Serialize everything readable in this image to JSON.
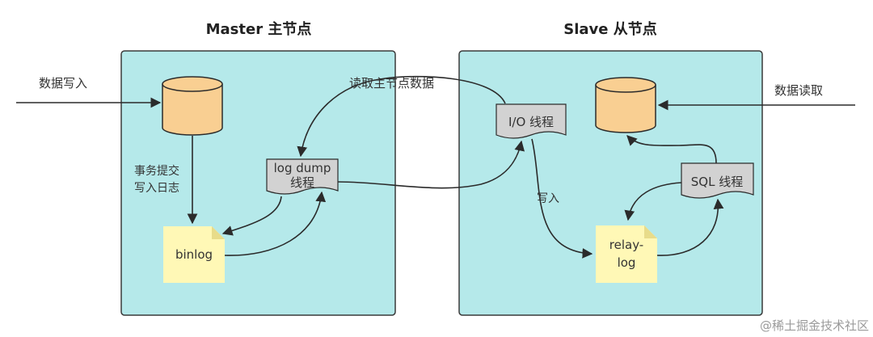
{
  "master": {
    "title": "Master 主节点"
  },
  "slave": {
    "title": "Slave 从节点"
  },
  "labels": {
    "data_write": "数据写入",
    "data_read": "数据读取",
    "read_master_data": "读取主节点数据",
    "commit_line1": "事务提交",
    "commit_line2": "写入日志",
    "write": "写入"
  },
  "nodes": {
    "binlog": "binlog",
    "log_dump_line1": "log dump",
    "log_dump_line2": "线程",
    "io_thread": "I/O 线程",
    "sql_thread": "SQL 线程",
    "relay_line1": "relay-",
    "relay_line2": "log"
  },
  "watermark": "@稀土掘金技术社区",
  "colors": {
    "panel": "#b5e9ea",
    "panel_border": "#3a3a3a",
    "database": "#f9cf92",
    "note": "#fff8b6",
    "note_fold": "#e8dc8a",
    "doc": "#d2d2d2",
    "line": "#2b2b2b"
  }
}
